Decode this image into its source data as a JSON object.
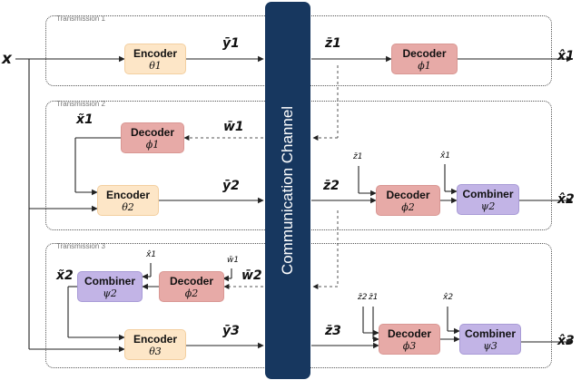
{
  "input": "x",
  "channel_label": "Communication Channel",
  "transmissions": [
    {
      "label": "Transmission 1"
    },
    {
      "label": "Transmission 2"
    },
    {
      "label": "Transmission 3"
    }
  ],
  "blocks": {
    "enc1": {
      "name": "Encoder",
      "param": "θ1"
    },
    "dec1": {
      "name": "Decoder",
      "param": "ϕ1"
    },
    "dec1b": {
      "name": "Decoder",
      "param": "ϕ1"
    },
    "enc2": {
      "name": "Encoder",
      "param": "θ2"
    },
    "dec2": {
      "name": "Decoder",
      "param": "ϕ2"
    },
    "cmb2": {
      "name": "Combiner",
      "param": "ψ2"
    },
    "cmb2b": {
      "name": "Combiner",
      "param": "ψ2"
    },
    "dec2b": {
      "name": "Decoder",
      "param": "ϕ2"
    },
    "enc3": {
      "name": "Encoder",
      "param": "θ3"
    },
    "dec3": {
      "name": "Decoder",
      "param": "ϕ3"
    },
    "cmb3": {
      "name": "Combiner",
      "param": "ψ3"
    }
  },
  "signals": {
    "y1": "ȳ1",
    "z1": "z̄1",
    "xhat1": "x̂1",
    "w1": "w̄1",
    "xt1": "x̃1",
    "y2": "ȳ2",
    "z2": "z̄2",
    "z1in": "z̄1",
    "xhat1in": "x̂1",
    "xhat2": "x̂2",
    "xt2": "x̃2",
    "xhat1c": "x̂1",
    "w1c": "w̄1",
    "w2": "w̄2",
    "y3": "ȳ3",
    "z3": "z̄3",
    "z2in": "z̄2",
    "z1in3": "z̄1",
    "xhat2in": "x̂2",
    "xhat3": "x̂3"
  }
}
